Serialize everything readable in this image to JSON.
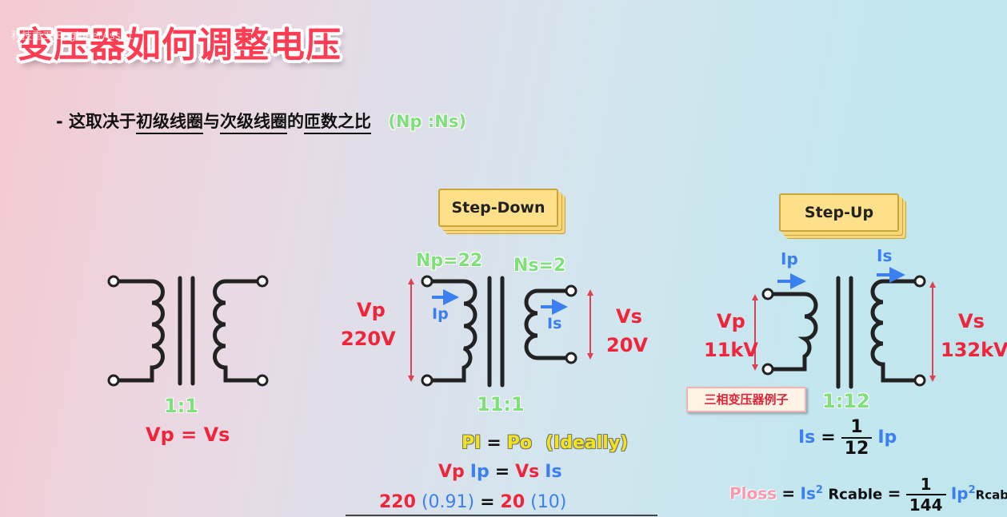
{
  "header": {
    "title": "变压器如何调整电压",
    "watermark": "科技重工 EngineerAssist"
  },
  "intro": {
    "dash": "- ",
    "text_1": "这取决于",
    "term_1": "初级线圈",
    "text_2": "与",
    "term_2": "次级线圈",
    "text_3": "的",
    "term_3": "匝数之比",
    "ratio_label": "(Np :Ns)"
  },
  "equal_transformer": {
    "ratio": "1:1",
    "relation": "Vp = Vs"
  },
  "step_down": {
    "tag": "Step-Down",
    "np": "Np=22",
    "ns": "Ns=2",
    "vp_label": "Vp",
    "vp_value": "220V",
    "vs_label": "Vs",
    "vs_value": "20V",
    "ip_label": "Ip",
    "is_label": "Is",
    "ratio": "11:1",
    "eq1_pi": "PI",
    "eq1_eq": "=",
    "eq1_po": "Po",
    "eq1_note": "(Ideally)",
    "eq2_vp": "Vp",
    "eq2_ip": "Ip",
    "eq2_eq": "=",
    "eq2_vs": "Vs",
    "eq2_is": "Is",
    "eq3_v1": "220",
    "eq3_i1": "(0.91)",
    "eq3_eq": "=",
    "eq3_v2": "20",
    "eq3_i2": "(10)"
  },
  "step_up": {
    "tag": "Step-Up",
    "ip_label": "Ip",
    "is_label": "Is",
    "vp_label": "Vp",
    "vp_value": "11kV",
    "vs_label": "Vs",
    "vs_value": "132kV",
    "example": "三相变压器例子",
    "ratio": "1:12",
    "is_eq_lhs": "Is",
    "is_eq_eq": "=",
    "is_eq_num": "1",
    "is_eq_den": "12",
    "is_eq_rhs": "Ip",
    "ploss": "Ploss",
    "ploss_eq": "=",
    "ploss_is": "Is",
    "ploss_sq": "2",
    "ploss_r": "Rcable",
    "ploss_eq2": "=",
    "ploss_num": "1",
    "ploss_den": "144",
    "ploss_ip": "Ip",
    "ploss_sq2": "2",
    "ploss_r2": "Rcable"
  }
}
